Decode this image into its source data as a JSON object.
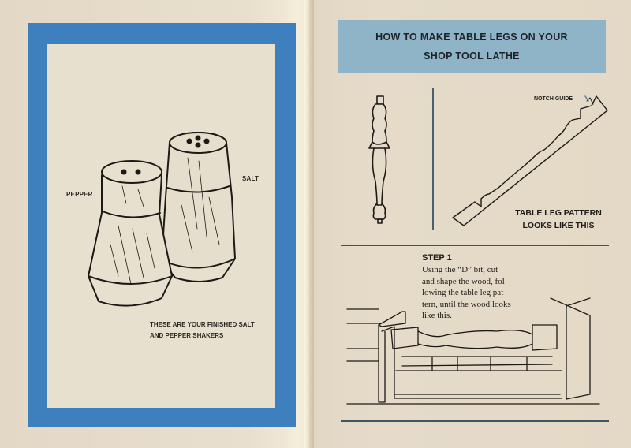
{
  "left_page": {
    "frame_color": "#3d80bd",
    "illustration": "salt-and-pepper-shakers",
    "labels": {
      "pepper": "PEPPER",
      "salt": "SALT"
    },
    "caption": {
      "line1": "THESE ARE YOUR FINISHED SALT",
      "line2": "AND PEPPER SHAKERS"
    }
  },
  "right_page": {
    "banner_color": "#8fb4c8",
    "title": {
      "line1": "HOW TO MAKE TABLE LEGS ON YOUR",
      "line2": "SHOP TOOL LATHE"
    },
    "illustrations": {
      "table_leg": "turned-table-leg",
      "pattern": "table-leg-pattern",
      "lathe": "lathe-with-workpiece"
    },
    "notch_guide_label": "NOTCH GUIDE",
    "pattern_caption": {
      "line1": "TABLE LEG PATTERN",
      "line2": "LOOKS LIKE THIS"
    },
    "step": {
      "title": "STEP 1",
      "lines": [
        "Using the “D” bit, cut",
        "and shape the wood, fol-",
        "lowing the table leg pat-",
        "tern, until the wood looks",
        "like this."
      ]
    }
  }
}
